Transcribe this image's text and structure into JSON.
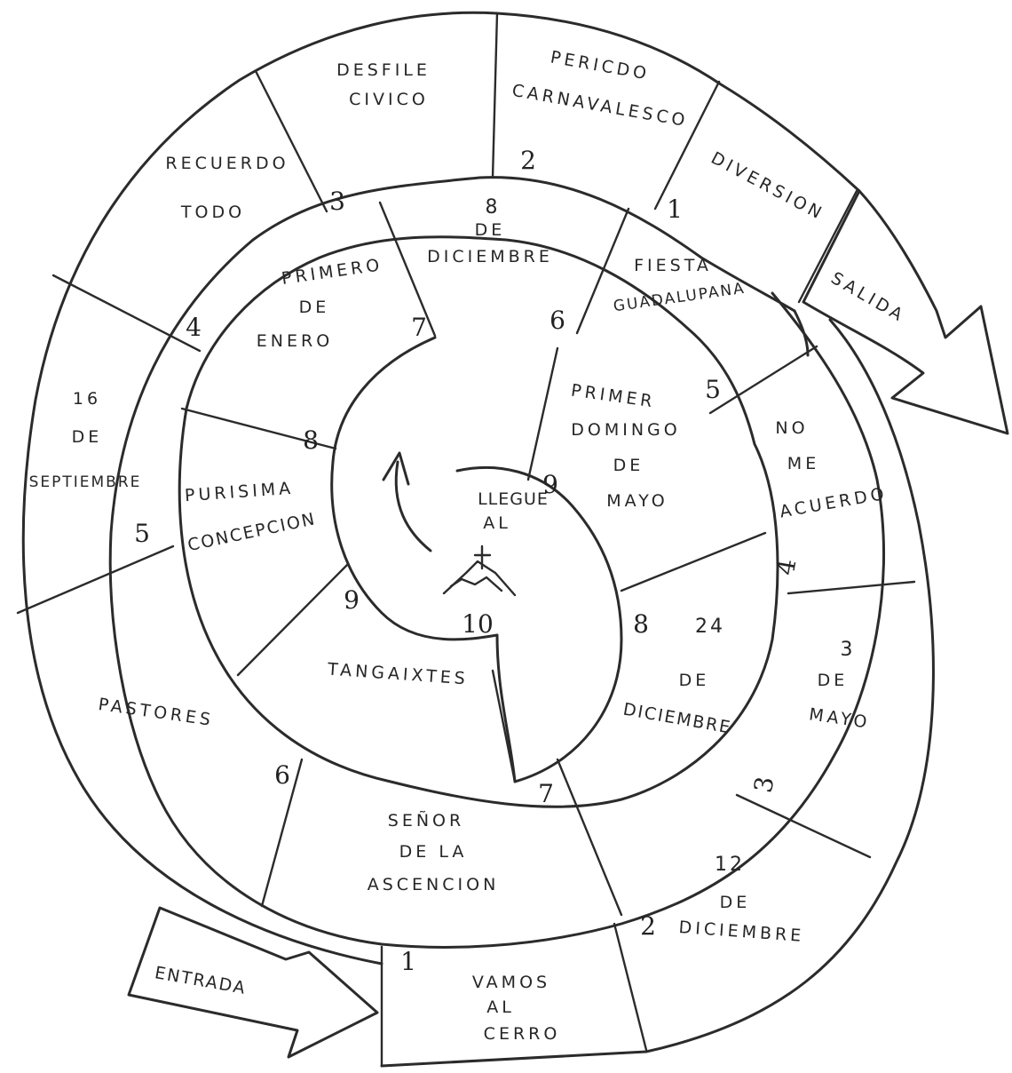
{
  "outer_ring": {
    "salida": "SALIDA",
    "diversion": "DIVERSION",
    "pericdo": "PERICDO",
    "carnavalesco": "CARNAVALESCO",
    "desfile": "DESFILE",
    "civico": "CIVICO",
    "recuerdo": "RECUERDO",
    "todo": "TODO",
    "sept_16": "16",
    "sept_de": "DE",
    "sept_month": "SEPTIEMBRE",
    "pastores": "PASTORES",
    "vamos": "VAMOS",
    "al": "AL",
    "cerro": "CERRO",
    "dic12_day": "12",
    "dic12_de": "DE",
    "dic12_month": "DICIEMBRE",
    "mayo3_day": "3",
    "mayo3_de": "DE",
    "mayo3_month": "MAYO",
    "no": "NO",
    "me": "ME",
    "acuerdo": "ACUERDO"
  },
  "inner_ring": {
    "fiesta": "FIESTA",
    "guadalupana": "GUADALUPANA",
    "dic8_day": "8",
    "dic8_de": "DE",
    "dic8_month": "DICIEMBRE",
    "primero": "PRIMERO",
    "primero_de": "DE",
    "enero": "ENERO",
    "purisima": "PURISIMA",
    "concepcion": "CONCEPCION",
    "tangaixtes": "TANGAIXTES",
    "senor": "SEÑOR",
    "de_la": "DE   LA",
    "ascencion": "ASCENCION",
    "dic24_day": "24",
    "dic24_de": "DE",
    "dic24_month": "DICIEMBRE"
  },
  "core": {
    "primer": "PRIMER",
    "domingo": "DOMINGO",
    "de": "DE",
    "mayo": "MAYO",
    "llegue": "LLEGUE",
    "al": "AL"
  },
  "arrows": {
    "entrada": "ENTRADA"
  },
  "step_numbers": {
    "outer_1_top": "1",
    "outer_2": "2",
    "outer_3": "3",
    "outer_4": "4",
    "outer_5": "5",
    "outer_6": "6",
    "outer_1_bottom": "1",
    "outer_2_bottom": "2",
    "outer_3_right": "3",
    "outer_4_right": "4",
    "outer_5_right": "5",
    "inner_6": "6",
    "inner_7": "7",
    "inner_8": "8",
    "inner_9": "9",
    "inner_7_bottom": "7",
    "inner_8_right": "8",
    "core_9": "9",
    "core_10": "10"
  }
}
